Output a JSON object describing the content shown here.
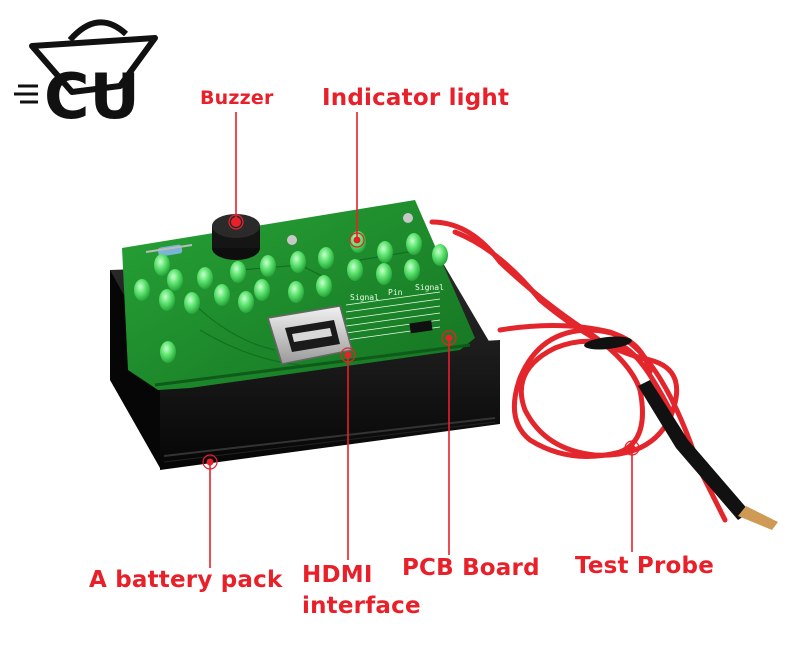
{
  "brand": {
    "logo_text": "CU"
  },
  "labels": {
    "buzzer": "Buzzer",
    "indicator_light": "Indicator light",
    "battery_pack": "A battery pack",
    "hdmi_line1": "HDMI",
    "hdmi_line2": "interface",
    "pcb_board": "PCB Board",
    "test_probe": "Test Probe"
  },
  "pcb_print": {
    "signal_header": "Signal",
    "pin_header": "Pin",
    "signal_header_2": "Signal"
  },
  "colors": {
    "label": "#e8202a",
    "pcb_green": "#1d8a2a",
    "led_green": "#57e06a",
    "wire_red": "#e3262c",
    "case_black": "#111111"
  }
}
